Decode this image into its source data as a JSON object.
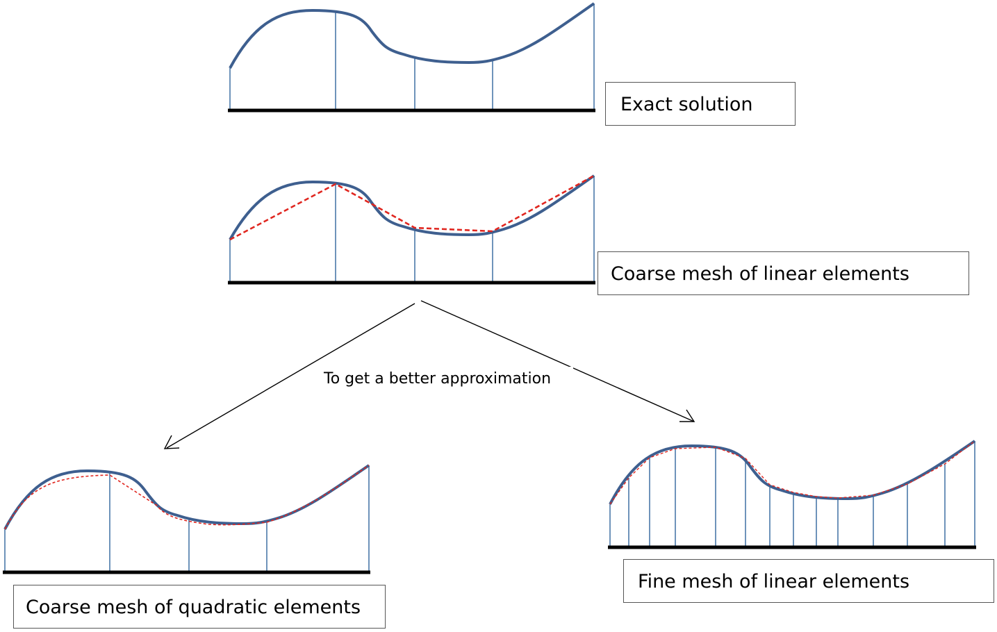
{
  "labels": {
    "exact": "Exact solution",
    "coarse_linear": "Coarse mesh of linear elements",
    "coarse_quadratic": "Coarse mesh of quadratic elements",
    "fine_linear": "Fine mesh of linear elements",
    "arrow_caption": "To get a better approximation"
  },
  "colors": {
    "exact_curve": "#3e5f8f",
    "node_line": "#4a78a8",
    "approximation": "#e0261f",
    "base_line": "#000000",
    "arrow": "#000000",
    "box_border": "#555555"
  }
}
